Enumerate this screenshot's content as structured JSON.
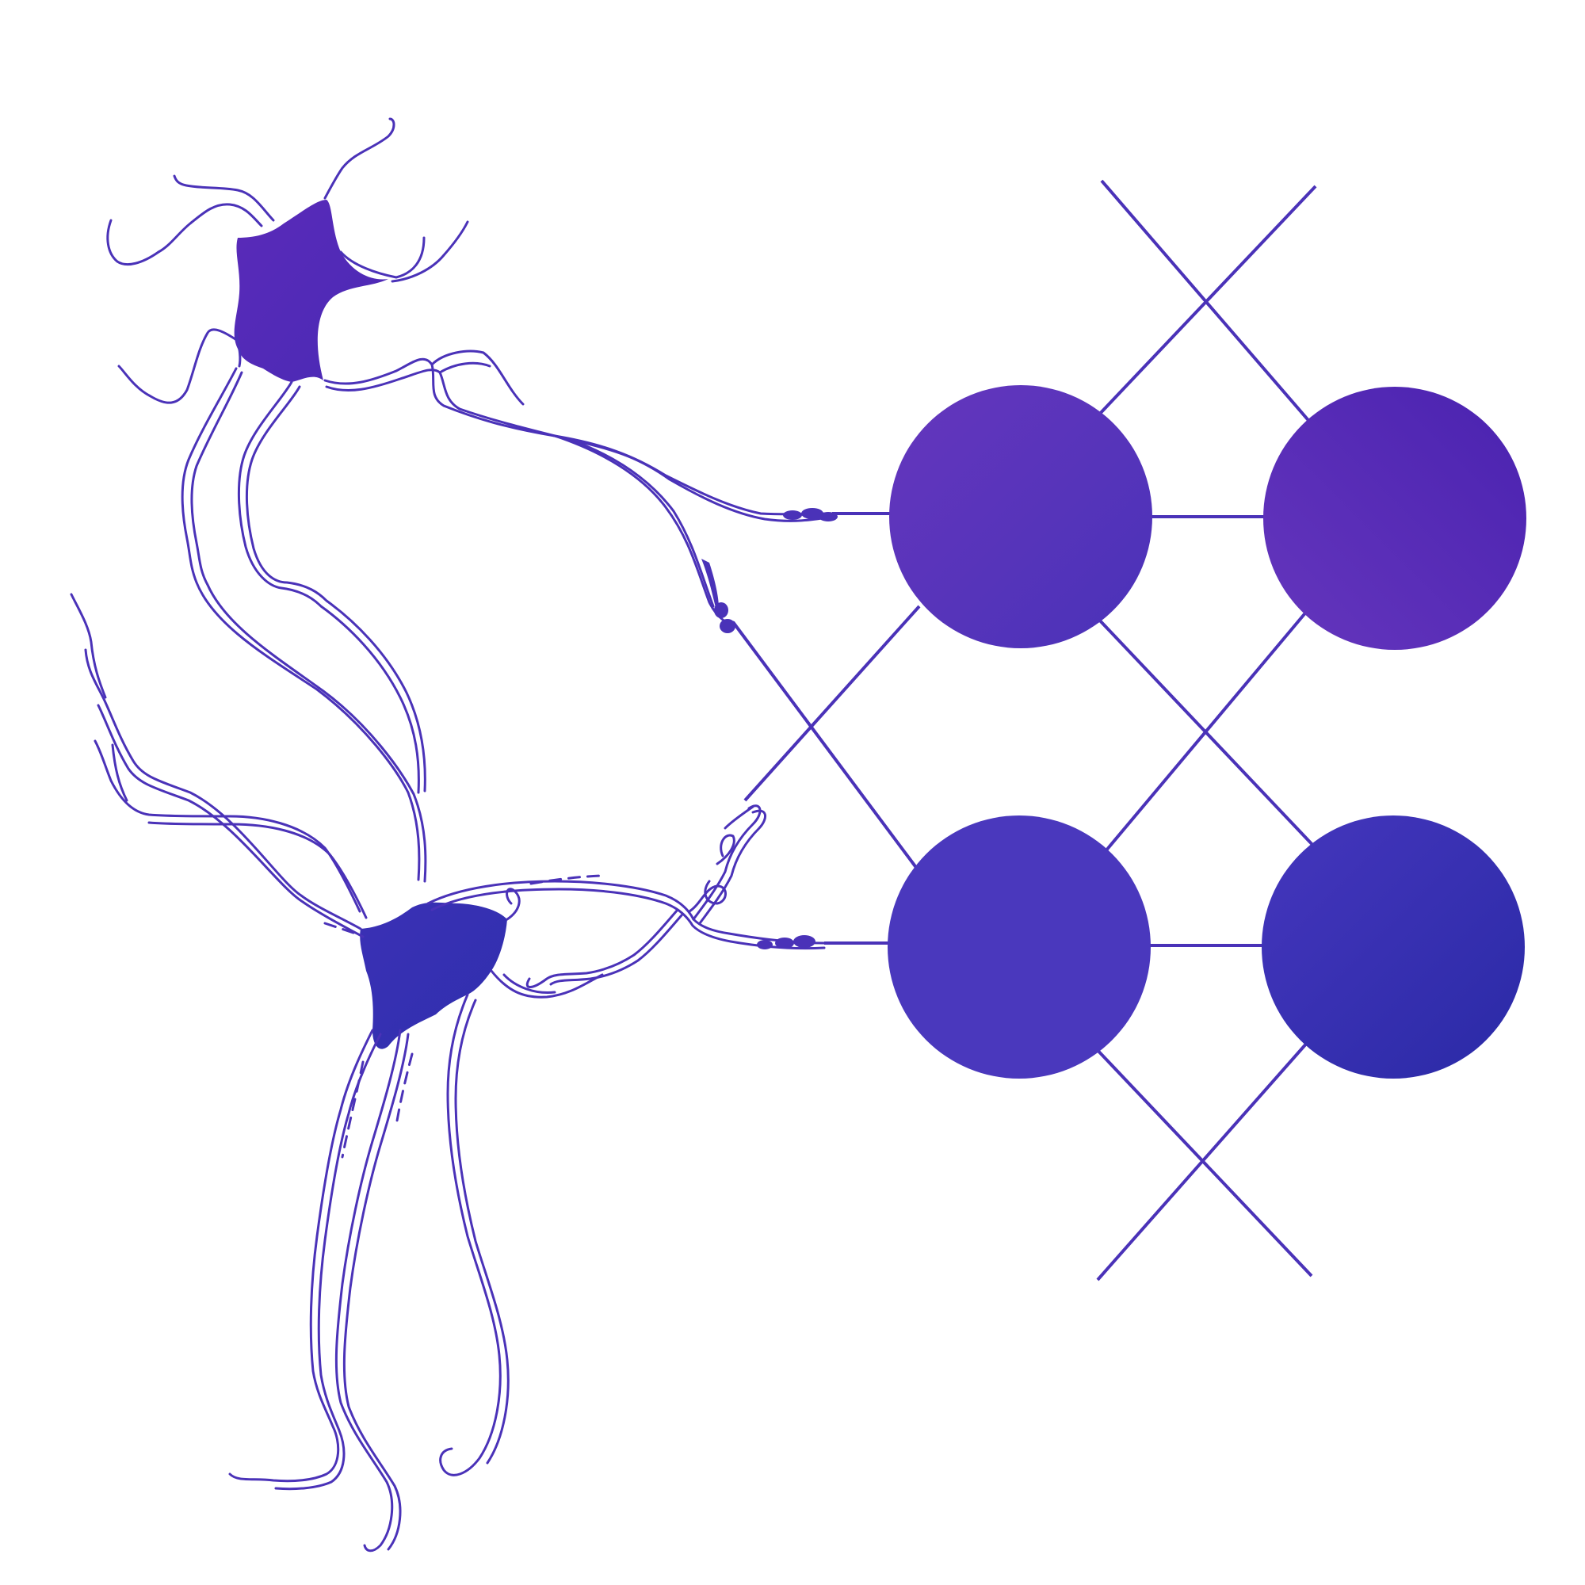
{
  "illustration": {
    "subject": "neurons-connected-to-network-nodes",
    "colors": {
      "background": "#ffffff",
      "primary": "#5b2cbb",
      "accent_light": "#6536bd",
      "accent_dark": "#2a2aa6",
      "line": "#4a32b8"
    },
    "network": {
      "node_count": 4,
      "layout": "2x2-grid",
      "lattice": "diagonal-x"
    },
    "neuron_count": 2
  }
}
